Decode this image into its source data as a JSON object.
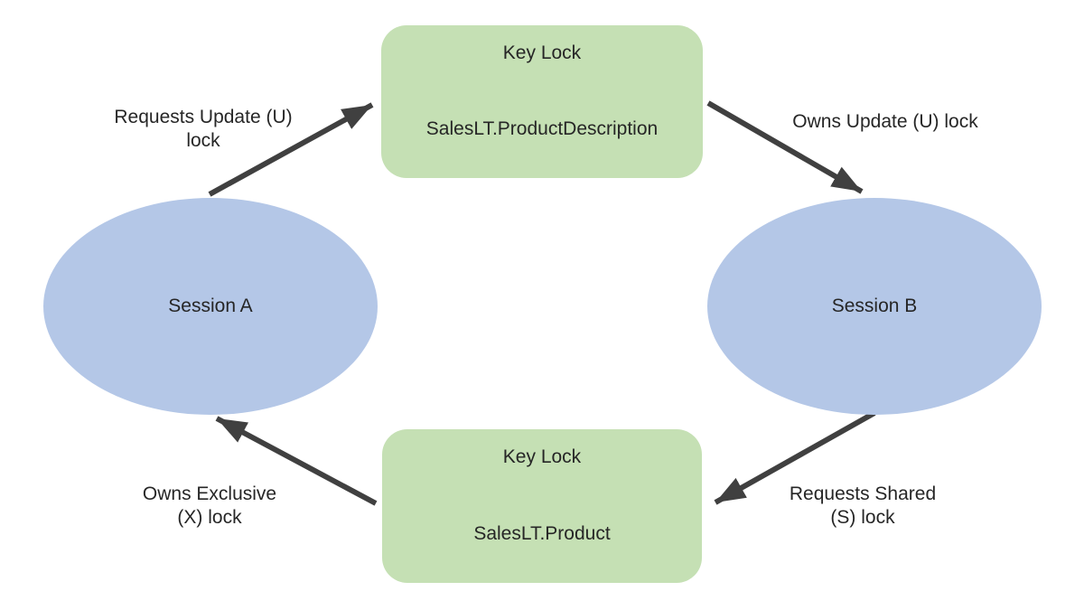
{
  "diagram": {
    "type": "deadlock-cycle",
    "colors": {
      "background": "#ffffff",
      "resource_fill": "#c5e0b4",
      "session_fill": "#b4c7e7",
      "arrow": "#404040",
      "text": "#262626"
    },
    "nodes": {
      "top_resource": {
        "title": "Key Lock",
        "subtitle": "SalesLT.ProductDescription"
      },
      "bottom_resource": {
        "title": "Key Lock",
        "subtitle": "SalesLT.Product"
      },
      "session_a": {
        "label": "Session A"
      },
      "session_b": {
        "label": "Session B"
      }
    },
    "edges": {
      "a_to_top": {
        "label": "Requests Update (U)\nlock",
        "from": "session_a",
        "to": "top_resource"
      },
      "top_to_b": {
        "label": "Owns Update (U) lock",
        "from": "top_resource",
        "to": "session_b"
      },
      "b_to_bottom": {
        "label": "Requests Shared\n(S) lock",
        "from": "session_b",
        "to": "bottom_resource"
      },
      "bottom_to_a": {
        "label": "Owns Exclusive\n(X) lock",
        "from": "bottom_resource",
        "to": "session_a"
      }
    }
  }
}
